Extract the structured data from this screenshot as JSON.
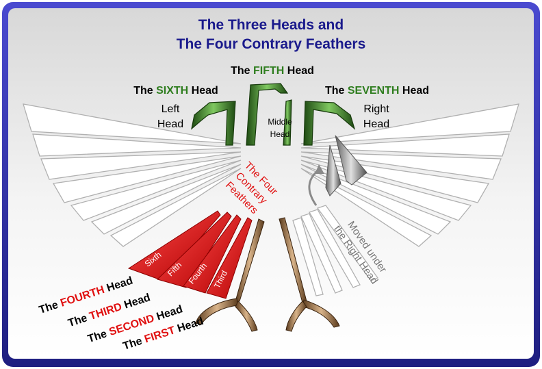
{
  "title": {
    "line1": "The Three Heads and",
    "line2": "The Four Contrary Feathers"
  },
  "heads_top": {
    "fifth": {
      "pre": "The ",
      "key": "FIFTH",
      "post": " Head"
    },
    "sixth": {
      "pre": "The ",
      "key": "SIXTH",
      "post": " Head"
    },
    "seventh": {
      "pre": "The ",
      "key": "SEVENTH",
      "post": " Head"
    }
  },
  "head_positions": {
    "left": [
      "Left",
      "Head"
    ],
    "middle": [
      "Middle",
      "Head"
    ],
    "right": [
      "Right",
      "Head"
    ]
  },
  "contrary": [
    "The Four",
    "Contrary",
    "Feathers"
  ],
  "feathers": [
    "Sixth",
    "Fifth",
    "Fourth",
    "Third"
  ],
  "heads_bottom": {
    "fourth": {
      "pre": "The ",
      "key": "FOURTH",
      "post": " Head"
    },
    "third": {
      "pre": "The ",
      "key": "THIRD",
      "post": " Head"
    },
    "second": {
      "pre": "The ",
      "key": "SECOND",
      "post": " Head"
    },
    "first": {
      "pre": "The ",
      "key": "FIRST",
      "post": " Head"
    }
  },
  "moved_note": [
    "Moved under",
    "the Right Head"
  ],
  "colors": {
    "title": "#1a1a8c",
    "green": "#2e7d1e",
    "red": "#e01010",
    "frame": "#2a2aa0",
    "gray_text": "#777777"
  }
}
